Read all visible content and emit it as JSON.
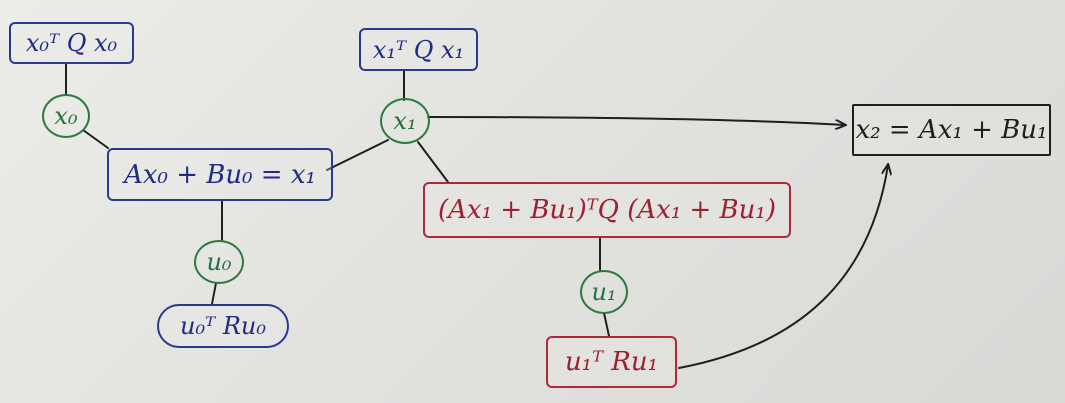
{
  "boxes": {
    "x0_cost": "x₀ᵀ Q x₀",
    "x1_cost": "x₁ᵀ Q x₁",
    "dynamics0": "Ax₀ + Bu₀ = x₁",
    "dynamics1_cost": "(Ax₁ + Bu₁)ᵀQ (Ax₁ + Bu₁)",
    "u0_cost": "u₀ᵀ Ru₀",
    "u1_cost": "u₁ᵀ Ru₁",
    "x2_def": "x₂ = Ax₁ + Bu₁"
  },
  "nodes": {
    "x0": "x₀",
    "x1": "x₁",
    "u0": "u₀",
    "u1": "u₁"
  },
  "colors": {
    "cost_box": "#2a3a8f",
    "future_cost_box": "#b0293a",
    "variable_node": "#2c7a3e",
    "definition_box": "#1f1f1f",
    "edge": "#1f1f1f"
  }
}
